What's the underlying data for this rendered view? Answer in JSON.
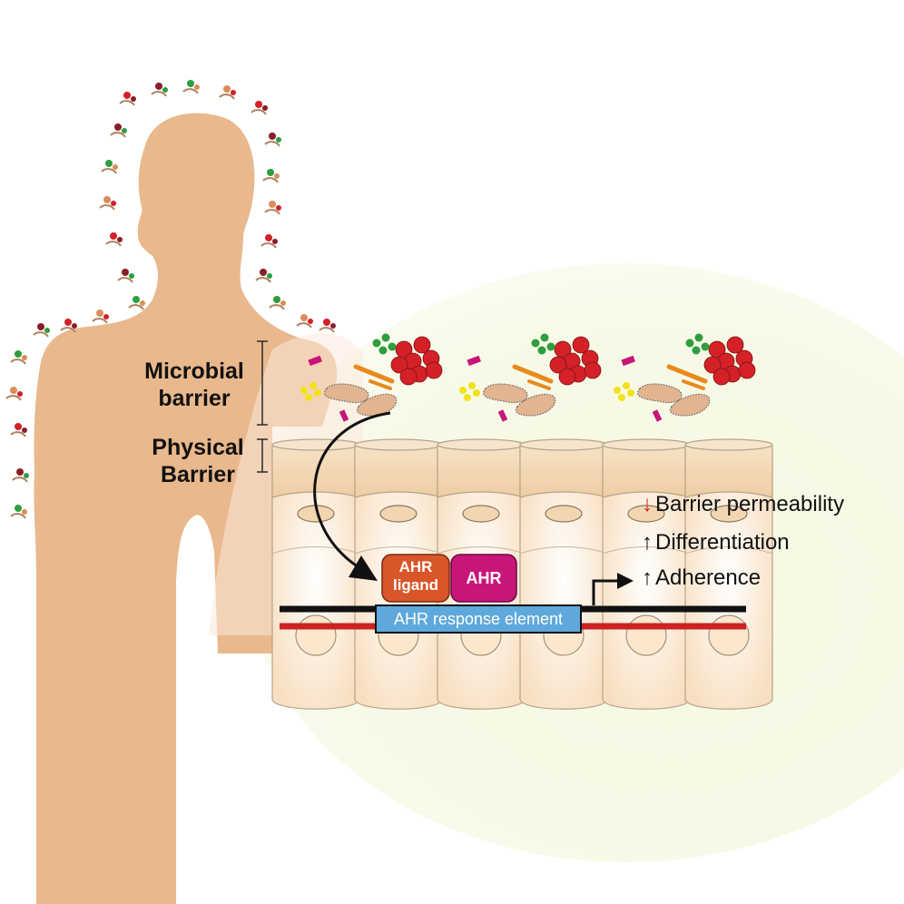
{
  "labels": {
    "microbial_barrier_line1": "Microbial",
    "microbial_barrier_line2": "barrier",
    "physical_barrier_line1": "Physical",
    "physical_barrier_line2": "Barrier",
    "ahr_ligand_line1": "AHR",
    "ahr_ligand_line2": "ligand",
    "ahr": "AHR",
    "response_element": "AHR response element"
  },
  "effects": [
    {
      "arrow": "↓",
      "text": "Barrier permeability",
      "arrow_color": "#cc2222"
    },
    {
      "arrow": "↑",
      "text": "Differentiation",
      "arrow_color": "#111111"
    },
    {
      "arrow": "↑",
      "text": "Adherence",
      "arrow_color": "#111111"
    }
  ],
  "colors": {
    "skin": "#e9b88c",
    "cell_light": "#fbe9d2",
    "cell_top": "#f0cfa6",
    "ligand_box": "#d9552a",
    "ahr_box": "#c8157a",
    "response_element": "#5ea8dc",
    "dna_red": "#cc2222",
    "microbe_red": "#d42127",
    "microbe_green": "#2e9e3e",
    "microbe_yellow": "#f2e21b",
    "microbe_orange": "#e88a1e",
    "microbe_magenta": "#c8157a",
    "bacterium": "#e2b48f",
    "glow": "#f4f7d9"
  }
}
